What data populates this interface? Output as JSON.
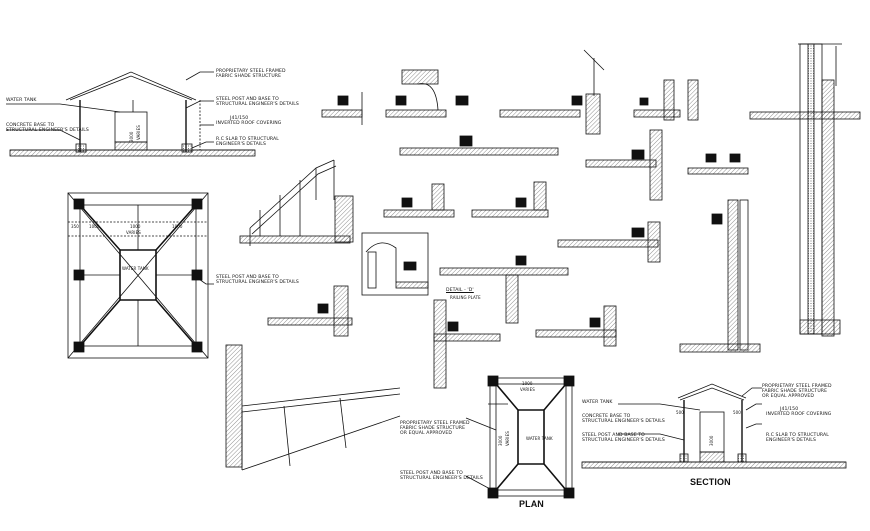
{
  "colors": {
    "ink": "#111111",
    "background": "#ffffff",
    "hatch": "#444444"
  },
  "section_top": {
    "water_tank": "WATER TANK",
    "concrete_base": "CONCRETE BASE TO",
    "concrete_base_2": "STRUCTURAL ENGINEER'S DETAILS",
    "proprietary_1": "PROPRIETARY STEEL FRAMED",
    "proprietary_2": "FABRIC SHADE STRUCTURE",
    "steel_post_1": "STEEL POST AND BASE TO",
    "steel_post_2": "STRUCTURAL ENGINEER'S DETAILS",
    "roof_1": "J41/150",
    "roof_2": "INVERTED ROOF COVERING",
    "slab_1": "R.C SLAB TO STRUCTURAL",
    "slab_2": "ENGINEER'S DETAILS",
    "dim_height": "3000",
    "dim_height_label": "VARIES"
  },
  "plan_top": {
    "dim_350": "350",
    "dim_1000a": "1000",
    "dim_1000b": "1000",
    "dim_1000c": "1000",
    "dim_varies": "VARIES",
    "water_tank": "WATER TANK",
    "steel_post_1": "STEEL POST AND BASE TO",
    "steel_post_2": "STRUCTURAL ENGINEER'S DETAILS"
  },
  "plan_bottom": {
    "dim_1000": "1000",
    "dim_varies": "VARIES",
    "dim_3000": "3000",
    "dim_varies_v": "VARIES",
    "water_tank": "WATER TANK",
    "proprietary_1": "PROPRIETARY STEEL FRAMED",
    "proprietary_2": "FABRIC SHADE STRUCTURE",
    "proprietary_3": "OR EQUAL APPROVED",
    "steel_post_1": "STEEL POST AND BASE TO",
    "steel_post_2": "STRUCTURAL ENGINEER'S DETAILS",
    "title": "PLAN"
  },
  "section_bottom": {
    "water_tank": "WATER TANK",
    "concrete_1": "CONCRETE BASE TO",
    "concrete_2": "STRUCTURAL ENGINEER'S DETAILS",
    "steel_post_1": "STEEL POST AND BASE TO",
    "steel_post_2": "STRUCTURAL ENGINEER'S DETAILS",
    "proprietary_1": "PROPRIETARY STEEL FRAMED",
    "proprietary_2": "FABRIC SHADE STRUCTURE",
    "proprietary_3": "OR EQUAL APPROVED",
    "roof_1": "J41/150",
    "roof_2": "INVERTED ROOF COVERING",
    "slab_1": "R.C SLAB TO STRUCTURAL",
    "slab_2": "ENGINEER'S DETAILS",
    "dim_500a": "500",
    "dim_500b": "500",
    "dim_3000": "3000",
    "title": "SECTION"
  },
  "detail": {
    "label": "DETAIL - 'D'",
    "sublabel": "RAILING PLATE"
  }
}
